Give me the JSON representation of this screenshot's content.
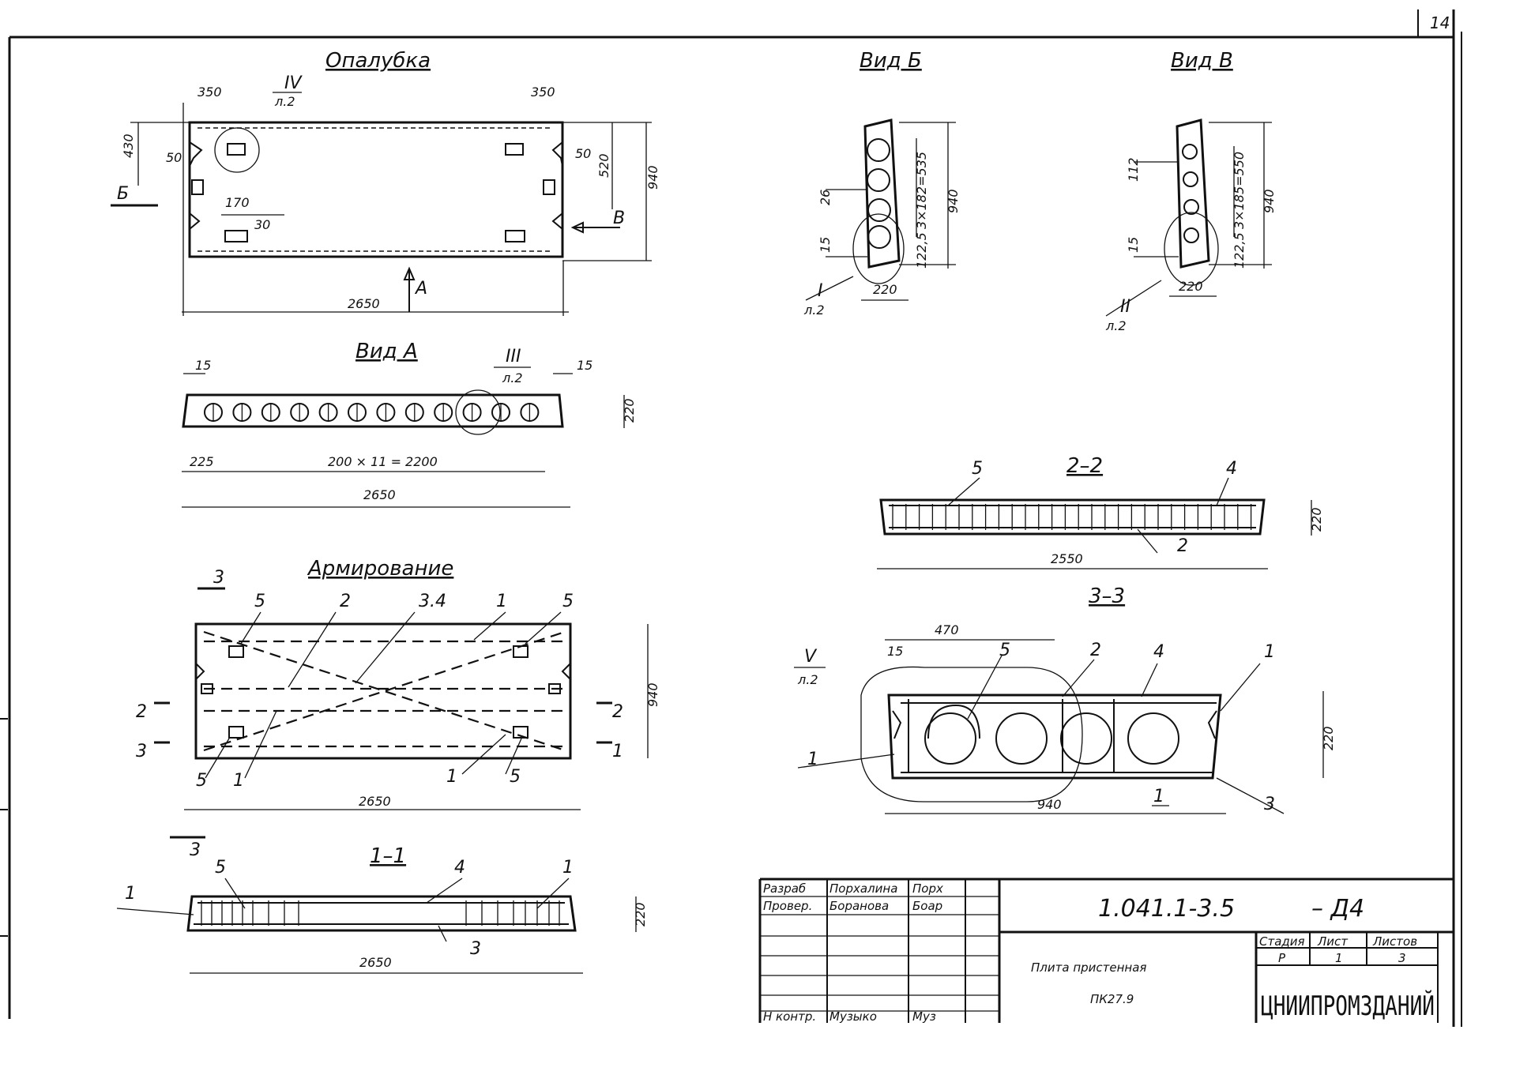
{
  "sheet": {
    "page_number": "14"
  },
  "views": {
    "formwork": {
      "title": "Опалубка",
      "dims": {
        "w": "2650",
        "h": "940",
        "d430": "430",
        "d520": "520",
        "d350l": "350",
        "d350r": "350",
        "d50l": "50",
        "d50r": "50",
        "d170": "170",
        "d30": "30"
      },
      "node": {
        "num": "IV",
        "sheet": "л.2"
      },
      "arrows": {
        "a": "А",
        "b": "Б",
        "v": "В"
      }
    },
    "view_b": {
      "title": "Вид Б",
      "dims": {
        "h": "940",
        "pitch": "3×182=535",
        "d26": "26",
        "d15": "15",
        "d1225": "122,5",
        "w": "220"
      },
      "node": {
        "num": "I",
        "sheet": "л.2"
      }
    },
    "view_v": {
      "title": "Вид В",
      "dims": {
        "h": "940",
        "pitch": "3×185=550",
        "d112": "112",
        "d15": "15",
        "d1225": "122,5",
        "w": "220"
      },
      "node": {
        "num": "II",
        "sheet": "л.2"
      }
    },
    "view_a": {
      "title": "Вид А",
      "dims": {
        "l15": "15",
        "r15": "15",
        "h": "220",
        "d225": "225",
        "pitch": "200 × 11 = 2200",
        "w": "2650"
      },
      "node": {
        "num": "III",
        "sheet": "л.2"
      }
    },
    "reinforcement": {
      "title": "Армирование",
      "dims": {
        "w": "2650",
        "h": "940"
      },
      "marks": {
        "m1a": "1",
        "m1b": "1",
        "m1c": "1",
        "m2": "2",
        "m34": "3.4",
        "m5a": "5",
        "m5b": "5",
        "m5c": "5",
        "m5d": "5"
      },
      "cuts": {
        "c3": "3",
        "c2l": "2",
        "c3l": "3",
        "c2r": "2",
        "c1r": "1"
      }
    },
    "section_11": {
      "title": "1–1",
      "dims": {
        "w": "2650",
        "h": "220"
      },
      "marks": {
        "m1l": "1",
        "m5": "5",
        "m4": "4",
        "m1r": "1",
        "m3": "3"
      },
      "cut": "3"
    },
    "section_22": {
      "title": "2–2",
      "dims": {
        "w": "2550",
        "h": "220"
      },
      "marks": {
        "m5": "5",
        "m4": "4",
        "m2": "2"
      }
    },
    "section_33": {
      "title": "3–3",
      "dims": {
        "d470": "470",
        "d15": "15",
        "w": "940",
        "h": "220"
      },
      "marks": {
        "m5": "5",
        "m2": "2",
        "m4": "4",
        "m1a": "1",
        "m1b": "1",
        "m1c": "1",
        "m3": "3"
      },
      "node": {
        "num": "V",
        "sheet": "л.2"
      }
    }
  },
  "title_block": {
    "rows": [
      {
        "role": "Разраб",
        "name": "Порхалина",
        "sign": "Порх"
      },
      {
        "role": "Провер.",
        "name": "Боранова",
        "sign": "Боар"
      },
      {
        "role": "Н контр.",
        "name": "Музыко",
        "sign": "Муз"
      }
    ],
    "doc_code": "1.041.1-3.5",
    "doc_suffix": "– Д4",
    "name_line1": "Плита пристенная",
    "name_line2": "ПК27.9",
    "stage_label": "Стадия",
    "sheet_label": "Лист",
    "sheets_label": "Листов",
    "stage": "Р",
    "sheet": "1",
    "sheets": "3",
    "org": "ЦНИИПРОМЗДАНИЙ"
  }
}
